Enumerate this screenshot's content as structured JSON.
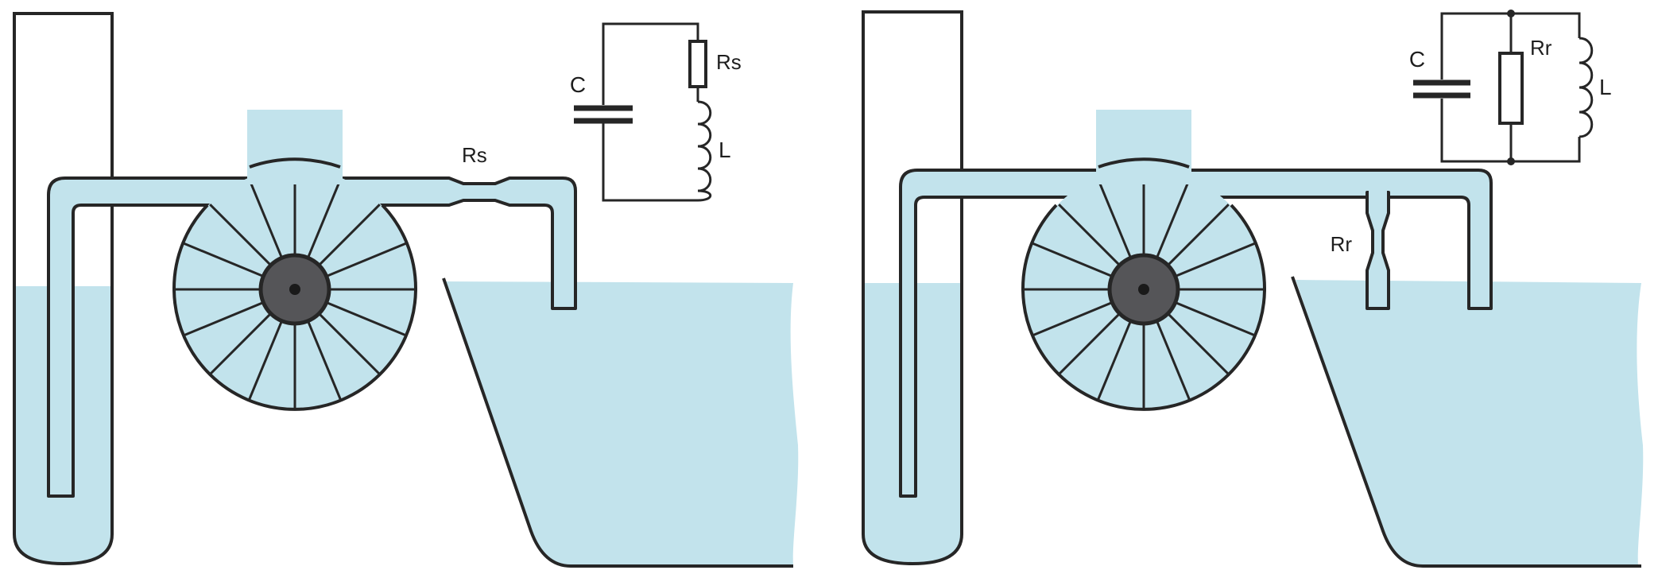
{
  "colors": {
    "water": "#c2e3ec",
    "line": "#262626",
    "hub": "#555558",
    "background": "#ffffff"
  },
  "series_circuit": {
    "capacitor_label": "C",
    "resistor_label": "Rs",
    "inductor_label": "L",
    "pipe_constriction_label": "Rs"
  },
  "parallel_circuit": {
    "capacitor_label": "C",
    "resistor_label": "Rr",
    "inductor_label": "L",
    "pipe_constriction_label": "Rr"
  }
}
